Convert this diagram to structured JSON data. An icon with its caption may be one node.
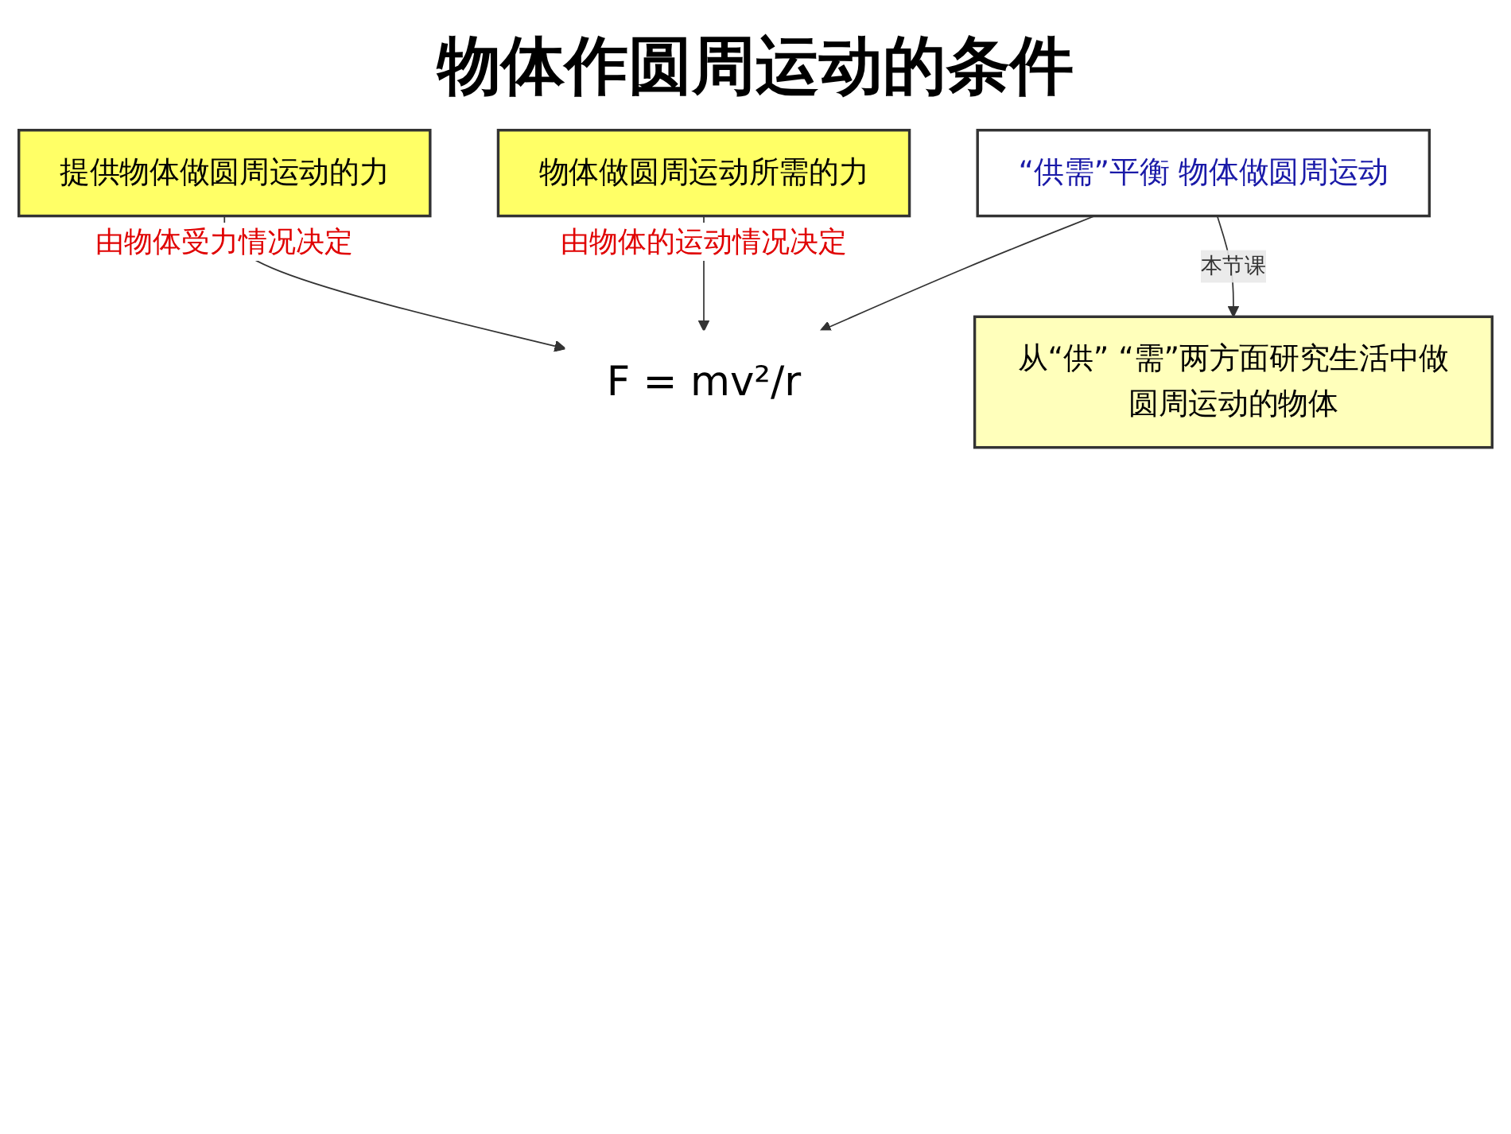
{
  "diagram": {
    "title": "物体作圆周运动的条件",
    "nodes": [
      {
        "text": [
          "提供物体做圆周运动的力"
        ],
        "beside": [
          "由物体受力情况决定"
        ]
      },
      {
        "text": [
          "F = mv²/r"
        ]
      },
      {
        "text": [
          "物体做圆周运动所需的力"
        ],
        "beside": [
          "由物体的运动情况决定"
        ]
      },
      {
        "text": [
          "“供需”平衡 物体做圆周运动"
        ]
      },
      {
        "text": [
          "从“供” “需”两方面研究生活中做圆周运动的物体"
        ]
      }
    ],
    "edges": [
      {
        "from": 0,
        "to": 1,
        "arrow": "to"
      },
      {
        "from": 2,
        "to": 1,
        "arrow": "to"
      },
      {
        "from": 3,
        "to": 1,
        "arrow": "to"
      },
      {
        "from": 3,
        "to": 4,
        "arrow": "to",
        "label": "本节课"
      }
    ]
  }
}
